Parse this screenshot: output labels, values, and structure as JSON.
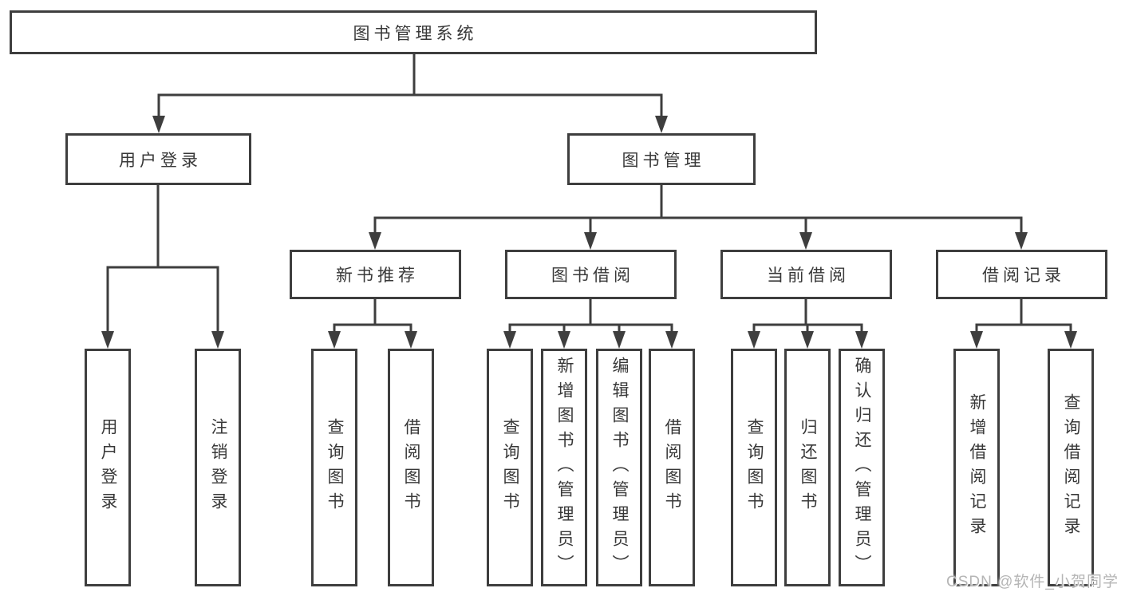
{
  "colors": {
    "line": "#3e3e3e",
    "text": "#383838",
    "background": "#ffffff",
    "watermark_text": "#b5b5b5"
  },
  "nodes": {
    "root": "图书管理系统",
    "user_login": "用户登录",
    "book_management": "图书管理",
    "new_book_recommend": "新书推荐",
    "book_borrow": "图书借阅",
    "current_borrow": "当前借阅",
    "borrow_records": "借阅记录",
    "ul_user_login": "用户登录",
    "ul_logout": "注销登录",
    "nb_query_books": "查询图书",
    "nb_borrow_books": "借阅图书",
    "bb_query_books": "查询图书",
    "bb_add_books": "新增图书（管理员）",
    "bb_edit_books": "编辑图书（管理员）",
    "bb_borrow_books": "借阅图书",
    "cb_query_books": "查询图书",
    "cb_return_books": "归还图书",
    "cb_confirm_return": "确认归还（管理员）",
    "br_add_record": "新增借阅记录",
    "br_query_record": "查询借阅记录"
  },
  "edges": [
    [
      "root",
      "user_login"
    ],
    [
      "root",
      "book_management"
    ],
    [
      "user_login",
      "ul_user_login"
    ],
    [
      "user_login",
      "ul_logout"
    ],
    [
      "book_management",
      "new_book_recommend"
    ],
    [
      "book_management",
      "book_borrow"
    ],
    [
      "book_management",
      "current_borrow"
    ],
    [
      "book_management",
      "borrow_records"
    ],
    [
      "new_book_recommend",
      "nb_query_books"
    ],
    [
      "new_book_recommend",
      "nb_borrow_books"
    ],
    [
      "book_borrow",
      "bb_query_books"
    ],
    [
      "book_borrow",
      "bb_add_books"
    ],
    [
      "book_borrow",
      "bb_edit_books"
    ],
    [
      "book_borrow",
      "bb_borrow_books"
    ],
    [
      "current_borrow",
      "cb_query_books"
    ],
    [
      "current_borrow",
      "cb_return_books"
    ],
    [
      "current_borrow",
      "cb_confirm_return"
    ],
    [
      "borrow_records",
      "br_add_record"
    ],
    [
      "borrow_records",
      "br_query_record"
    ]
  ],
  "watermark": {
    "text": "CSDN @软件_小贺同学"
  }
}
